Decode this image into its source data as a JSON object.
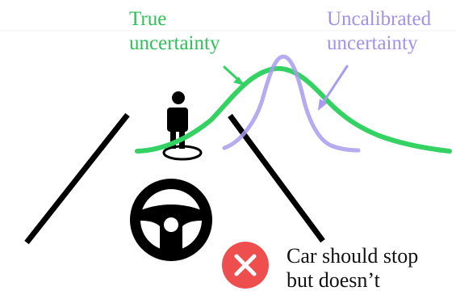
{
  "labels": {
    "true_uncertainty": [
      "True",
      "uncertainty"
    ],
    "uncalibrated_uncertainty": [
      "Uncalibrated",
      "uncertainty"
    ],
    "warning": [
      "Car should stop",
      "but doesn’t"
    ]
  },
  "colors": {
    "true_uncertainty": "#34d163",
    "true_uncertainty_text": "#2fc05a",
    "uncalibrated_uncertainty": "#a99bef",
    "uncalibrated_uncertainty_text": "#9f92ea",
    "road": "#000000",
    "warning_badge": "#ee4e4e",
    "warning_mark": "#ffffff"
  },
  "icons": {
    "pedestrian": "pedestrian-icon",
    "steering_wheel": "steering-wheel-icon",
    "warning": "x-circle-icon"
  }
}
